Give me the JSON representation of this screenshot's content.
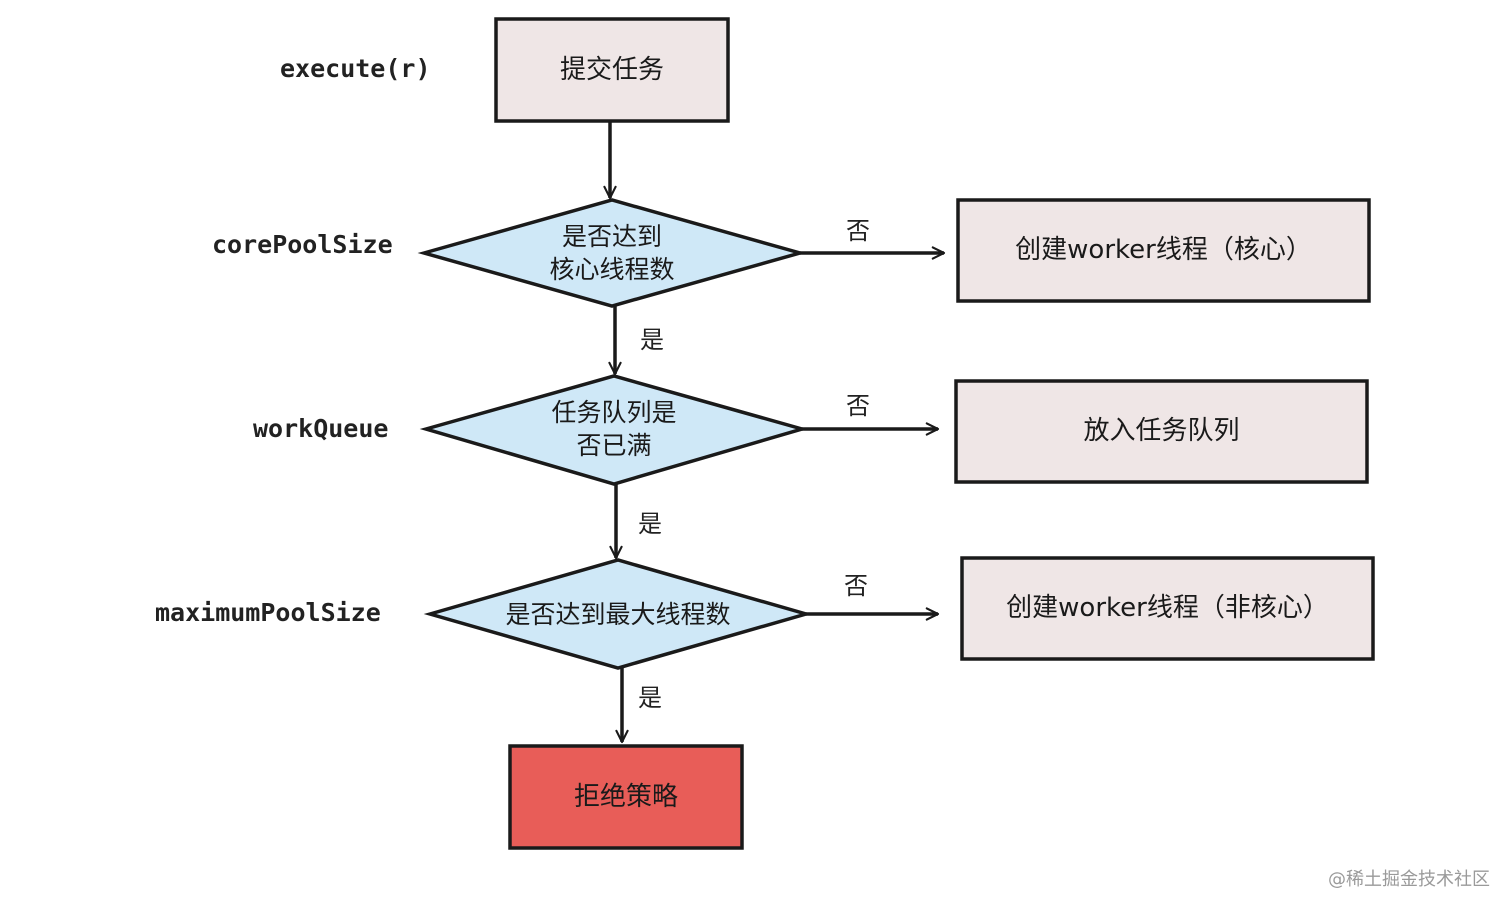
{
  "colors": {
    "box_fill": "#efe6e6",
    "diamond_fill": "#cfe8f7",
    "reject_fill": "#e85d58",
    "stroke": "#1a1a1a"
  },
  "side_labels": {
    "execute": "execute(r)",
    "core": "corePoolSize",
    "queue": "workQueue",
    "max": "maximumPoolSize"
  },
  "nodes": {
    "submit": "提交任务",
    "check_core": "是否达到\n核心线程数",
    "check_queue": "任务队列是\n否已满",
    "check_max": "是否达到最大线程数",
    "create_core": "创建worker线程（核心）",
    "enqueue": "放入任务队列",
    "create_noncore": "创建worker线程（非核心）",
    "reject": "拒绝策略"
  },
  "edge_labels": {
    "no": "否",
    "yes": "是"
  },
  "watermark": "@稀土掘金技术社区"
}
